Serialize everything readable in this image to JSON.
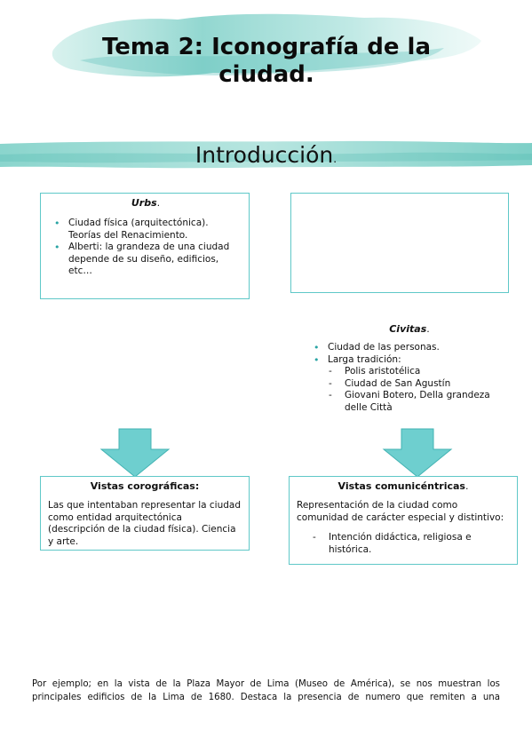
{
  "title": "Tema 2: Iconografía de la ciudad.",
  "intro": {
    "heading": "Introducción",
    "suffix": "."
  },
  "urbs": {
    "title": "Urbs",
    "title_suffix": ".",
    "items": [
      "Ciudad física (arquitectónica). Teorías del Renacimiento.",
      "Alberti: la grandeza de una ciudad depende de su diseño, edificios, etc…"
    ]
  },
  "civitas": {
    "title": "Civitas",
    "title_suffix": ".",
    "items": [
      "Ciudad de las personas.",
      "Larga tradición:"
    ],
    "subitems": [
      "Polis aristotélica",
      "Ciudad de San Agustín",
      "Giovani Botero, Della grandeza delle Città"
    ]
  },
  "corograficas": {
    "title": "Vistas corográficas:",
    "text": "Las que intentaban representar la ciudad como entidad arquitectónica (descripción de la ciudad física). Ciencia y arte."
  },
  "comunicentricas": {
    "title": "Vistas comunicéntricas",
    "title_suffix": ".",
    "text": "Representación de la ciudad como comunidad de carácter especial y distintivo:",
    "items": [
      "Intención didáctica, religiosa e histórica."
    ]
  },
  "paragraph": "Por ejemplo; en la vista de la Plaza Mayor de Lima (Museo de América), se nos muestran los principales edificios de la Lima de 1680. Destaca la presencia de numero que remiten a una",
  "colors": {
    "accent": "#5fc8c8",
    "arrow": "#6ecfcf",
    "wash": "#8fd6d0"
  }
}
